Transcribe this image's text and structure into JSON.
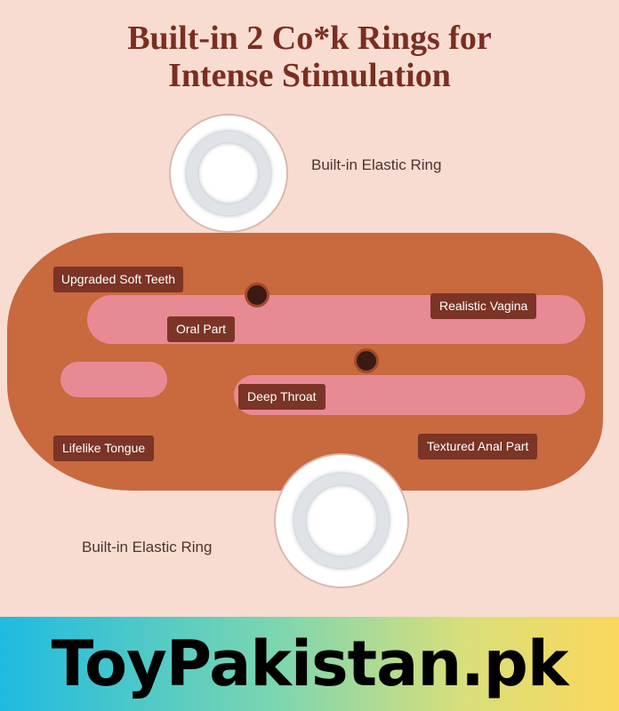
{
  "header": {
    "title_line1": "Built-in 2 Co*k Rings for",
    "title_line2": "Intense Stimulation"
  },
  "callouts": {
    "top_ring": "Built-in Elastic Ring",
    "bottom_ring": "Built-in Elastic Ring"
  },
  "labels": [
    {
      "id": "teeth",
      "text": "Upgraded Soft Teeth"
    },
    {
      "id": "oral",
      "text": "Oral Part"
    },
    {
      "id": "vaginal",
      "text": "Realistic Vagina"
    },
    {
      "id": "throat",
      "text": "Deep Throat"
    },
    {
      "id": "tongue",
      "text": "Lifelike Tongue"
    },
    {
      "id": "anal",
      "text": "Textured Anal Part"
    }
  ],
  "footer": {
    "brand": "ToyPakistan.pk"
  },
  "colors": {
    "background": "#f8dcd2",
    "title": "#7a2e22",
    "tag_bg": "#7b3426",
    "body": "#c8693e"
  }
}
